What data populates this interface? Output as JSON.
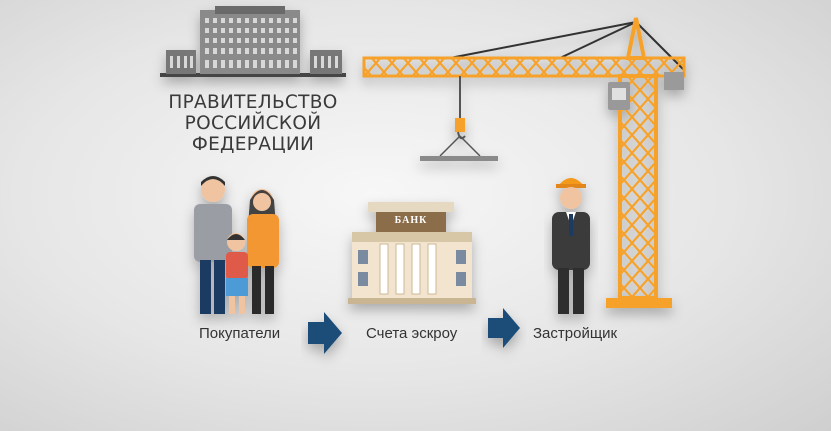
{
  "government": {
    "title_lines": [
      "ПРАВИТЕЛЬСТВО",
      "РОССИЙСКОЙ",
      "ФЕДЕРАЦИИ"
    ]
  },
  "bank": {
    "sign": "БАНК"
  },
  "flow": {
    "buyers": "Покупатели",
    "escrow": "Счета эскроу",
    "developer": "Застройщик"
  },
  "colors": {
    "crane": "#f5a12a",
    "arrow": "#1f4e79",
    "suit": "#3b3b3b",
    "helmet": "#f39a1e"
  },
  "icons": [
    "government-building-icon",
    "tower-crane-icon",
    "family-icon",
    "bank-building-icon",
    "builder-icon",
    "arrow-right-icon"
  ]
}
